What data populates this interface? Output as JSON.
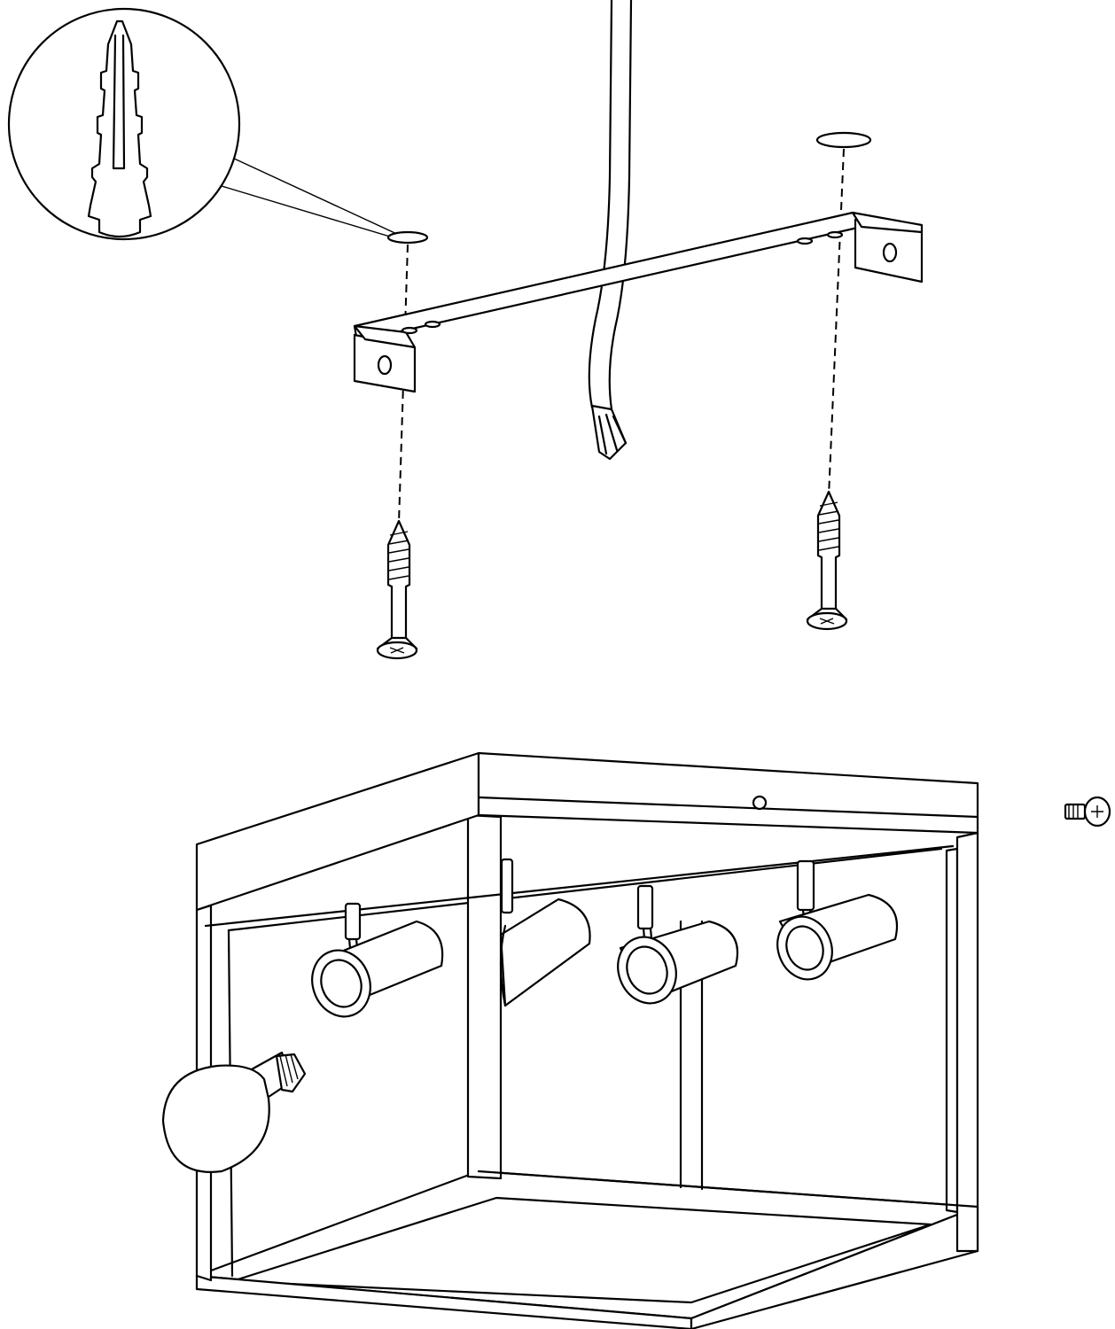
{
  "diagram": {
    "kind": "ceiling light assembly",
    "colors": {
      "stroke": "#000000",
      "background": "#ffffff"
    },
    "spotlight_count": 4,
    "screw_count": 2
  }
}
